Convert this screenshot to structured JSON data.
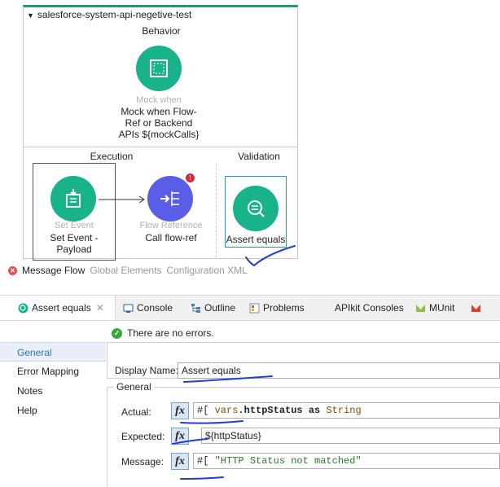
{
  "flow": {
    "title": "salesforce-system-api-negetive-test",
    "behavior_label": "Behavior",
    "execution_label": "Execution",
    "validation_label": "Validation",
    "mock": {
      "type": "Mock when",
      "label": "Mock when Flow-\nRef or Backend\nAPIs ${mockCalls}"
    },
    "set_event": {
      "type": "Set Event",
      "label": "Set Event -\nPayload"
    },
    "flow_ref": {
      "type": "Flow Reference",
      "label": "Call flow-ref"
    },
    "assert": {
      "type": "",
      "label": "Assert equals"
    }
  },
  "canvas_tabs": {
    "message_flow": "Message Flow",
    "global_elements": "Global Elements",
    "configuration_xml": "Configuration XML"
  },
  "view_tabs": [
    {
      "label": "Assert equals",
      "icon": "assert-icon"
    },
    {
      "label": "Console",
      "icon": "console-icon"
    },
    {
      "label": "Outline",
      "icon": "outline-icon"
    },
    {
      "label": "Problems",
      "icon": "problems-icon"
    },
    {
      "label": "APIkit Consoles",
      "icon": "apikit-icon"
    },
    {
      "label": "MUnit",
      "icon": "munit-icon"
    }
  ],
  "properties": {
    "status": "There are no errors.",
    "nav": [
      "General",
      "Error Mapping",
      "Notes",
      "Help"
    ],
    "display_name_label": "Display Name:",
    "display_name_value": "Assert equals",
    "group_title": "General",
    "actual_label": "Actual:",
    "actual_prefix": "#[ ",
    "actual_var": "vars",
    "actual_rest": ".httpStatus ",
    "actual_as": "as",
    "actual_type": " String",
    "expected_label": "Expected:",
    "expected_value": "${httpStatus}",
    "message_label": "Message:",
    "message_prefix": "#[ ",
    "message_value": "\"HTTP Status not matched\""
  },
  "colors": {
    "green": "#18b38a",
    "purple": "#5a5ee6",
    "annotation_blue": "#1f3fd1",
    "selection_blue": "#2a8fd8"
  }
}
